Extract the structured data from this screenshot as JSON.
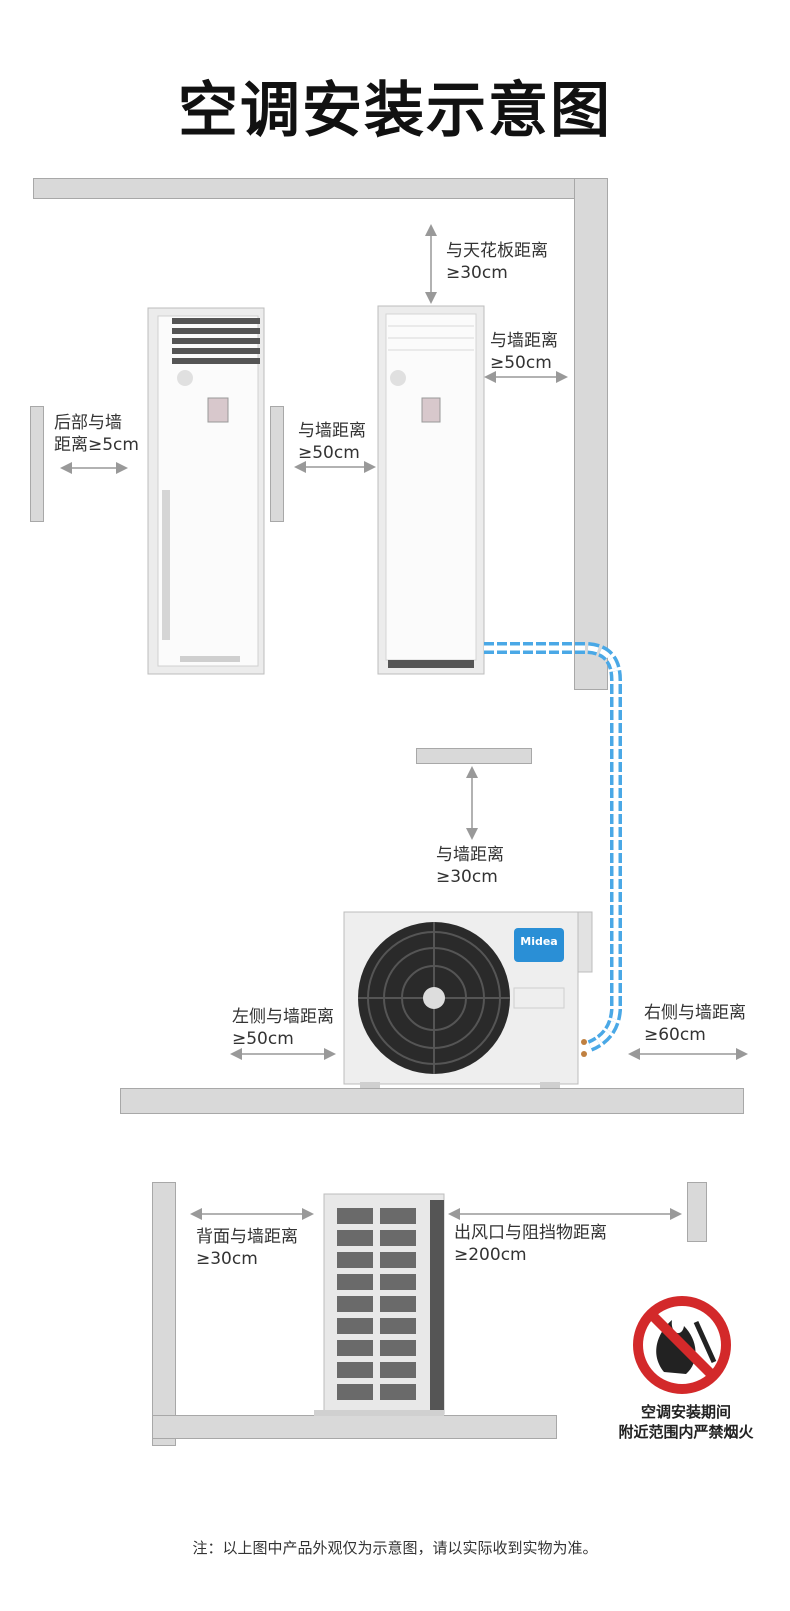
{
  "title": "空调安装示意图",
  "labels": {
    "ceiling_line1": "与天花板距离",
    "ceiling_line2": "≥30cm",
    "right_wall_line1": "与墙距离",
    "right_wall_line2": "≥50cm",
    "back_line1": "后部与墙",
    "back_line2": "距离≥5cm",
    "mid_line1": "与墙距离",
    "mid_line2": "≥50cm",
    "outdoor_top_line1": "与墙距离",
    "outdoor_top_line2": "≥30cm",
    "outdoor_left_line1": "左侧与墙距离",
    "outdoor_left_line2": "≥50cm",
    "outdoor_right_line1": "右侧与墙距离",
    "outdoor_right_line2": "≥60cm",
    "rear_line1": "背面与墙距离",
    "rear_line2": "≥30cm",
    "outlet_line1": "出风口与阻挡物距离",
    "outlet_line2": "≥200cm"
  },
  "warning": {
    "line1": "空调安装期间",
    "line2": "附近范围内严禁烟火"
  },
  "brand": "Midea",
  "footnote": "注：以上图中产品外观仅为示意图，请以实际收到实物为准。",
  "colors": {
    "pipe": "#4aa8e6",
    "prohibit": "#d3292a",
    "brand_badge": "#2a8fd6"
  }
}
